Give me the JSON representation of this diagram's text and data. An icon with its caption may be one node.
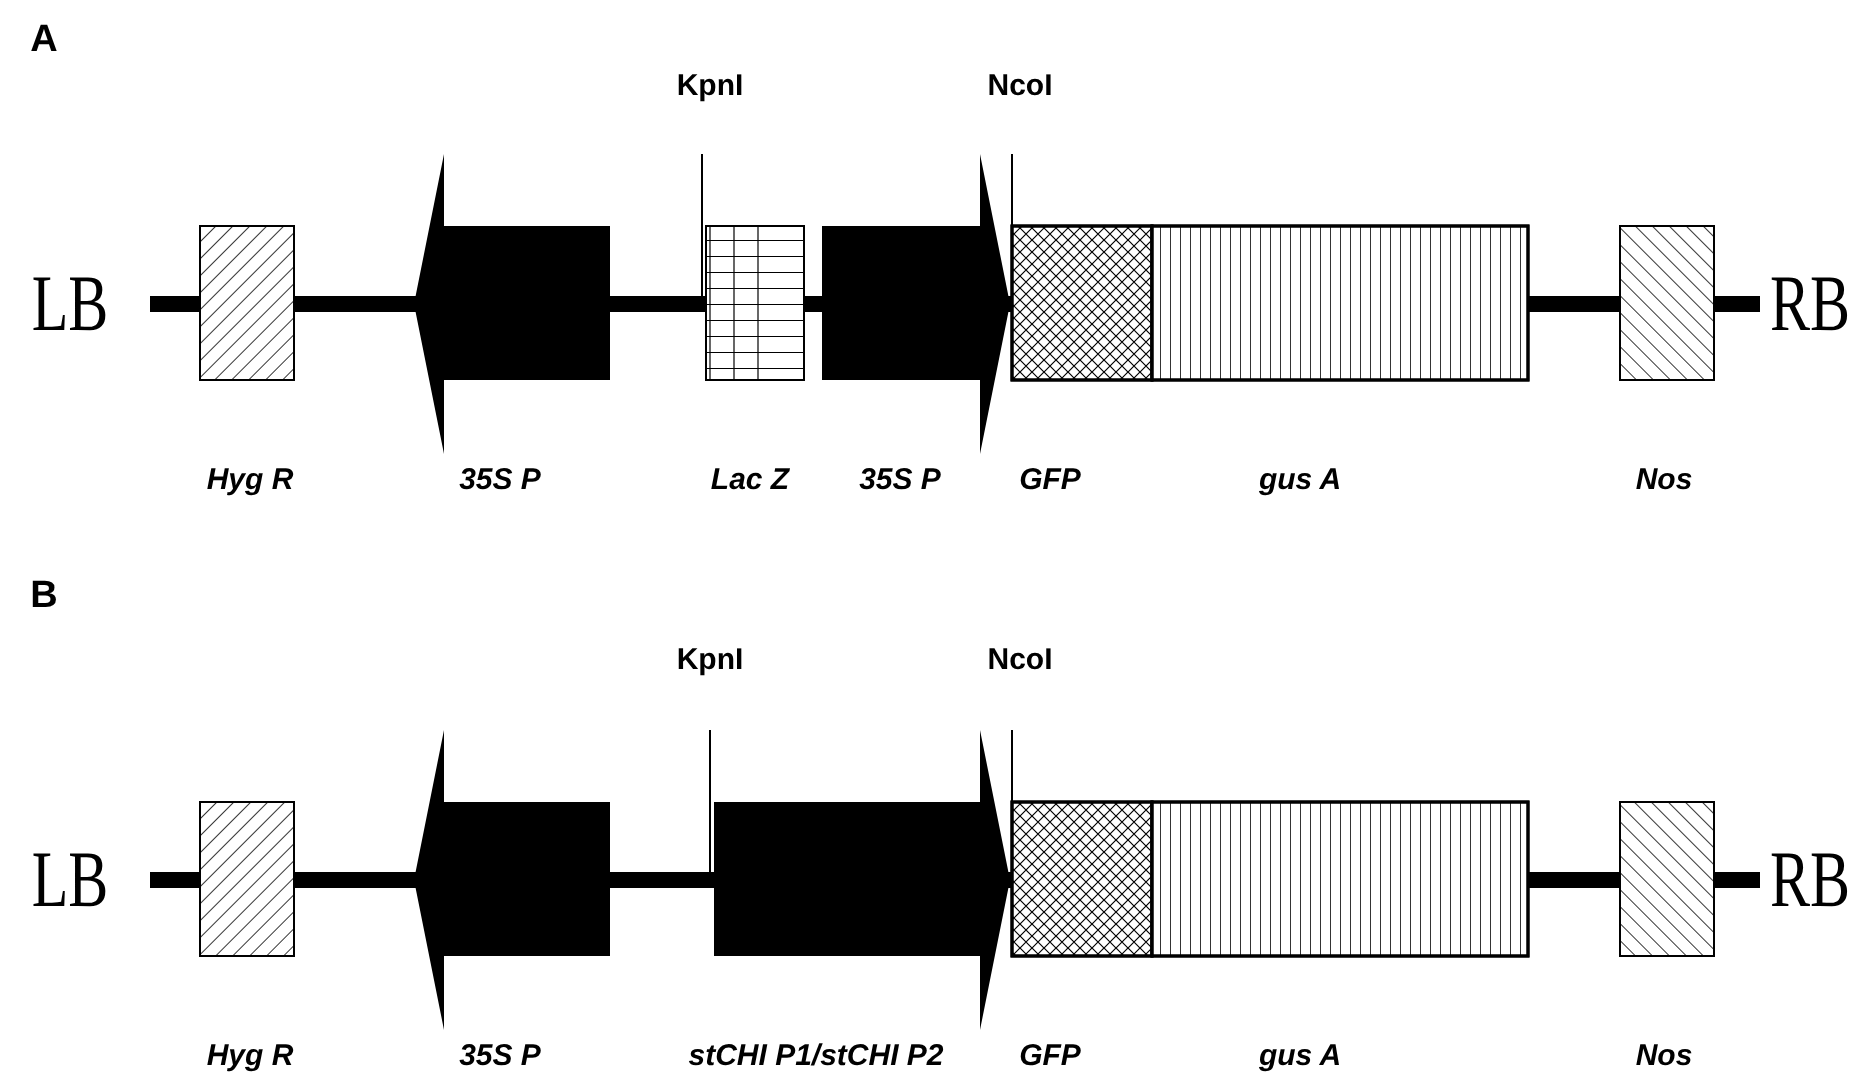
{
  "diagram": {
    "labels": [
      "A",
      "KpnI",
      "NcoI",
      "LB",
      "RB",
      "Hyg R",
      "35S P",
      "Lac Z",
      "35S P",
      "GFP",
      "gus A",
      "Nos",
      "B",
      "KpnI",
      "NcoI",
      "LB",
      "RB",
      "Hyg R",
      "35S P",
      "stCHI P1/stCHI P2",
      "GFP",
      "gus A",
      "Nos"
    ]
  }
}
